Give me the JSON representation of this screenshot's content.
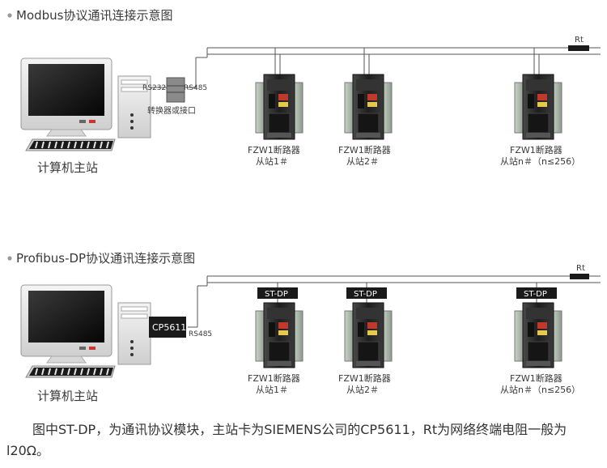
{
  "modbus": {
    "title": "Modbus协议通讯连接示意图",
    "rt": "Rt",
    "rs232": "RS232",
    "rs485": "RS485",
    "converter": "转换器或接口",
    "master": "计算机主站",
    "breakers": [
      {
        "name": "FZW1断路器",
        "slave": "从站1＃"
      },
      {
        "name": "FZW1断路器",
        "slave": "从站2＃"
      },
      {
        "name": "FZW1断路器",
        "slave": "从站n＃（n≤256）"
      }
    ]
  },
  "profibus": {
    "title": "Profibus-DP协议通讯连接示意图",
    "rt": "Rt",
    "card": "CP5611",
    "rs485": "RS485",
    "module": "ST-DP",
    "master": "计算机主站",
    "breakers": [
      {
        "name": "FZW1断路器",
        "slave": "从站1＃"
      },
      {
        "name": "FZW1断路器",
        "slave": "从站2＃"
      },
      {
        "name": "FZW1断路器",
        "slave": "从站n＃（n≤256）"
      }
    ]
  },
  "caption": "图中ST-DP，为通讯协议模块，主站卡为SIEMENS公司的CP5611，Rt为网络终端电阻一般为l20Ω。",
  "colors": {
    "bullet": "#999999",
    "line": "#555555",
    "module": "#1a1a1a",
    "breaker": "#2a2a2a"
  }
}
